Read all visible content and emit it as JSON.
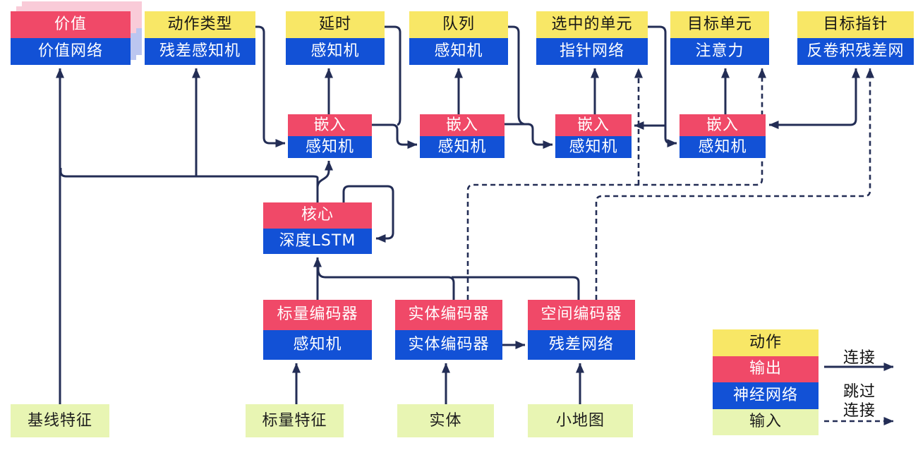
{
  "nodes": {
    "value": {
      "label_top": "价值",
      "label_bottom": "价值网络"
    },
    "action_type": {
      "label_top": "动作类型",
      "label_bottom": "残差感知机"
    },
    "delay": {
      "label_top": "延时",
      "label_bottom": "感知机"
    },
    "queue": {
      "label_top": "队列",
      "label_bottom": "感知机"
    },
    "selected_units": {
      "label_top": "选中的单元",
      "label_bottom": "指针网络"
    },
    "target_unit": {
      "label_top": "目标单元",
      "label_bottom": "注意力"
    },
    "target_point": {
      "label_top": "目标指针",
      "label_bottom": "反卷积残差网"
    },
    "embed_1": {
      "label_top": "嵌入",
      "label_bottom": "感知机"
    },
    "embed_2": {
      "label_top": "嵌入",
      "label_bottom": "感知机"
    },
    "embed_3": {
      "label_top": "嵌入",
      "label_bottom": "感知机"
    },
    "embed_4": {
      "label_top": "嵌入",
      "label_bottom": "感知机"
    },
    "core": {
      "label_top": "核心",
      "label_bottom": "深度LSTM"
    },
    "scalar_encoder": {
      "label_top": "标量编码器",
      "label_bottom": "感知机"
    },
    "entity_encoder": {
      "label_top": "实体编码器",
      "label_bottom": "实体编码器"
    },
    "spatial_encoder": {
      "label_top": "空间编码器",
      "label_bottom": "残差网络"
    }
  },
  "inputs": {
    "baseline_features": "基线特征",
    "scalar_features": "标量特征",
    "entities": "实体",
    "minimap": "小地图"
  },
  "legend": {
    "action": "动作",
    "output": "输出",
    "neural_network": "神经网络",
    "input": "输入",
    "connection": "连接",
    "skip_connection_line1": "跳过",
    "skip_connection_line2": "连接"
  },
  "colors": {
    "action_yellow": "#F8E766",
    "output_pink": "#F04968",
    "network_blue": "#1251D6",
    "input_green": "#E8F5B3",
    "wire_navy": "#232D55",
    "value_shadow_pink": "#F9CBD8",
    "value_shadow_blue": "#BBC6F0",
    "background": "#FFFFFF"
  }
}
